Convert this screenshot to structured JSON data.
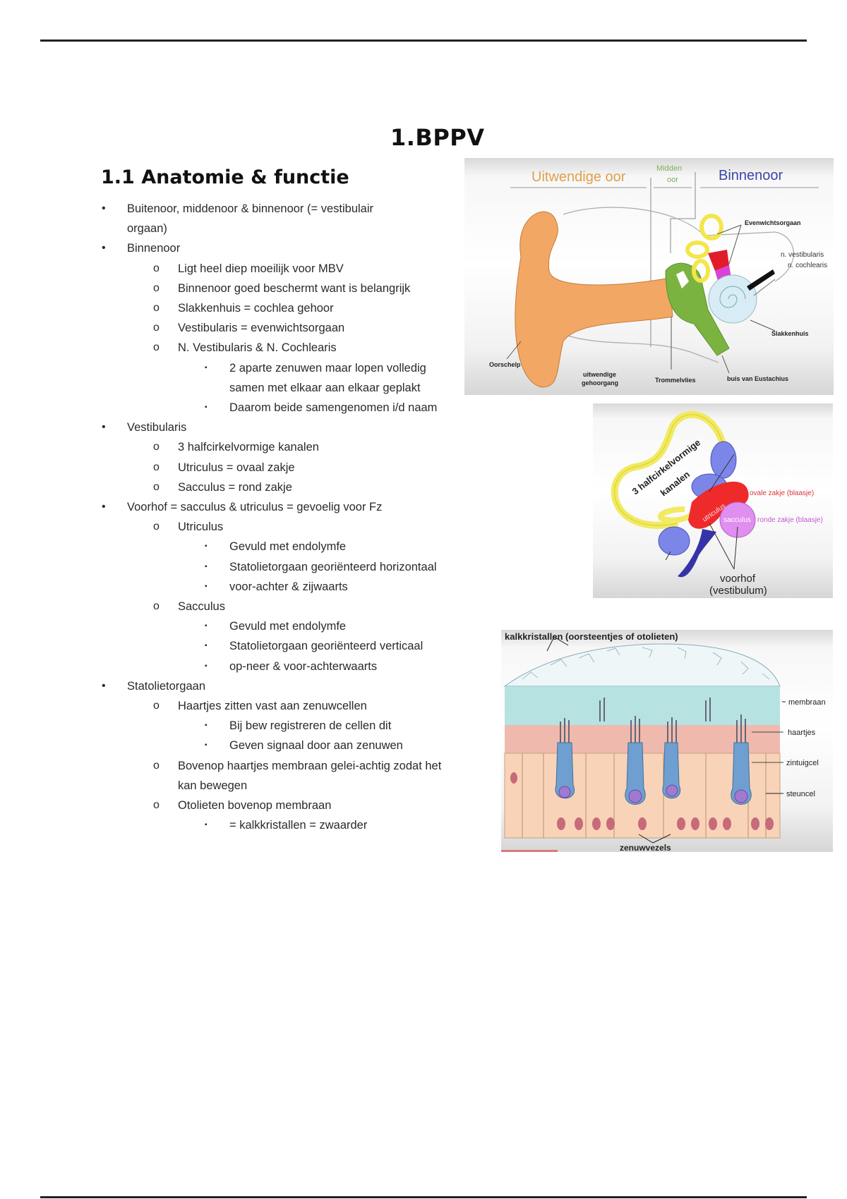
{
  "page": {
    "title": "1.BPPV",
    "section_title": "1.1 Anatomie & functie"
  },
  "bullet_glyphs": {
    "level1": "•",
    "level2": "o",
    "level3": "▪"
  },
  "outline": [
    {
      "level": 1,
      "text": "Buitenoor, middenoor & binnenoor (= vestibulair"
    },
    {
      "level": 1,
      "cont": true,
      "text": "orgaan)"
    },
    {
      "level": 1,
      "text": "Binnenoor"
    },
    {
      "level": 2,
      "text": "Ligt heel diep  moeilijk voor MBV"
    },
    {
      "level": 2,
      "text": "Binnenoor goed beschermt want is belangrijk"
    },
    {
      "level": 2,
      "text": "Slakkenhuis = cochlea  gehoor"
    },
    {
      "level": 2,
      "text": "Vestibularis = evenwichtsorgaan"
    },
    {
      "level": 2,
      "text": "N. Vestibularis & N. Cochlearis"
    },
    {
      "level": 3,
      "text": "2 aparte zenuwen maar lopen volledig"
    },
    {
      "level": 3,
      "cont": true,
      "text": "samen met elkaar  aan elkaar geplakt"
    },
    {
      "level": 3,
      "text": "Daarom beide samengenomen i/d naam"
    },
    {
      "level": 1,
      "text": "Vestibularis"
    },
    {
      "level": 2,
      "text": "3 halfcirkelvormige kanalen"
    },
    {
      "level": 2,
      "text": "Utriculus = ovaal zakje"
    },
    {
      "level": 2,
      "text": "Sacculus = rond zakje"
    },
    {
      "level": 1,
      "text": "Voorhof = sacculus & utriculus = gevoelig voor Fz"
    },
    {
      "level": 2,
      "text": "Utriculus"
    },
    {
      "level": 3,
      "text": "Gevuld met endolymfe"
    },
    {
      "level": 3,
      "text": "Statolietorgaan georiënteerd horizontaal"
    },
    {
      "level": 3,
      "text": " voor-achter & zijwaarts"
    },
    {
      "level": 2,
      "text": "Sacculus"
    },
    {
      "level": 3,
      "text": "Gevuld met endolymfe"
    },
    {
      "level": 3,
      "text": "Statolietorgaan georiënteerd verticaal"
    },
    {
      "level": 3,
      "text": " op-neer & voor-achterwaarts"
    },
    {
      "level": 1,
      "text": "Statolietorgaan"
    },
    {
      "level": 2,
      "text": "Haartjes  zitten vast aan zenuwcellen"
    },
    {
      "level": 3,
      "text": "Bij bew registreren de cellen dit"
    },
    {
      "level": 3,
      "text": "Geven signaal door aan zenuwen"
    },
    {
      "level": 2,
      "text": "Bovenop haartjes membraan  gelei-achtig zodat het"
    },
    {
      "level": 2,
      "cont": true,
      "text": "kan bewegen"
    },
    {
      "level": 2,
      "text": "Otolieten bovenop membraan"
    },
    {
      "level": 3,
      "text": "= kalkkristallen  = zwaarder"
    }
  ],
  "figures": {
    "ear": {
      "headers": {
        "outer": "Uitwendige oor",
        "middle_line1": "Midden",
        "middle_line2": "oor",
        "inner": "Binnenoor"
      },
      "header_colors": {
        "outer": "#e0a04a",
        "middle": "#7fae5a",
        "inner": "#3a46a8"
      },
      "labels": {
        "evenwicht": "Evenwichtsorgaan",
        "n_vest": "n. vestibularis",
        "n_coch": "n. cochlearis",
        "slakkenhuis": "Slakkenhuis",
        "oorschelp": "Oorschelp",
        "gehoorgang_1": "uitwendige",
        "gehoorgang_2": "gehoorgang",
        "trommelvlies": "Trommelvlies",
        "eustachius": "buis van Eustachius"
      }
    },
    "vestibule": {
      "labels": {
        "canals_1": "3 halfcirkelvormige",
        "canals_2": "kanalen",
        "utriculus": "utriculus",
        "sacculus": "sacculus",
        "ovale": "ovale zakje (blaasje)",
        "ronde": "ronde zakje (blaasje)",
        "voorhof_1": "voorhof",
        "voorhof_2": "(vestibulum)"
      }
    },
    "otolith": {
      "labels": {
        "kalk": "kalkkristallen (oorsteentjes of otolieten)",
        "membraan": "membraan",
        "haartjes": "haartjes",
        "zintuigcel": "zintuigcel",
        "steuncel": "steuncel",
        "zenuwvezels": "zenuwvezels"
      },
      "video_progress_percent": 17
    }
  }
}
